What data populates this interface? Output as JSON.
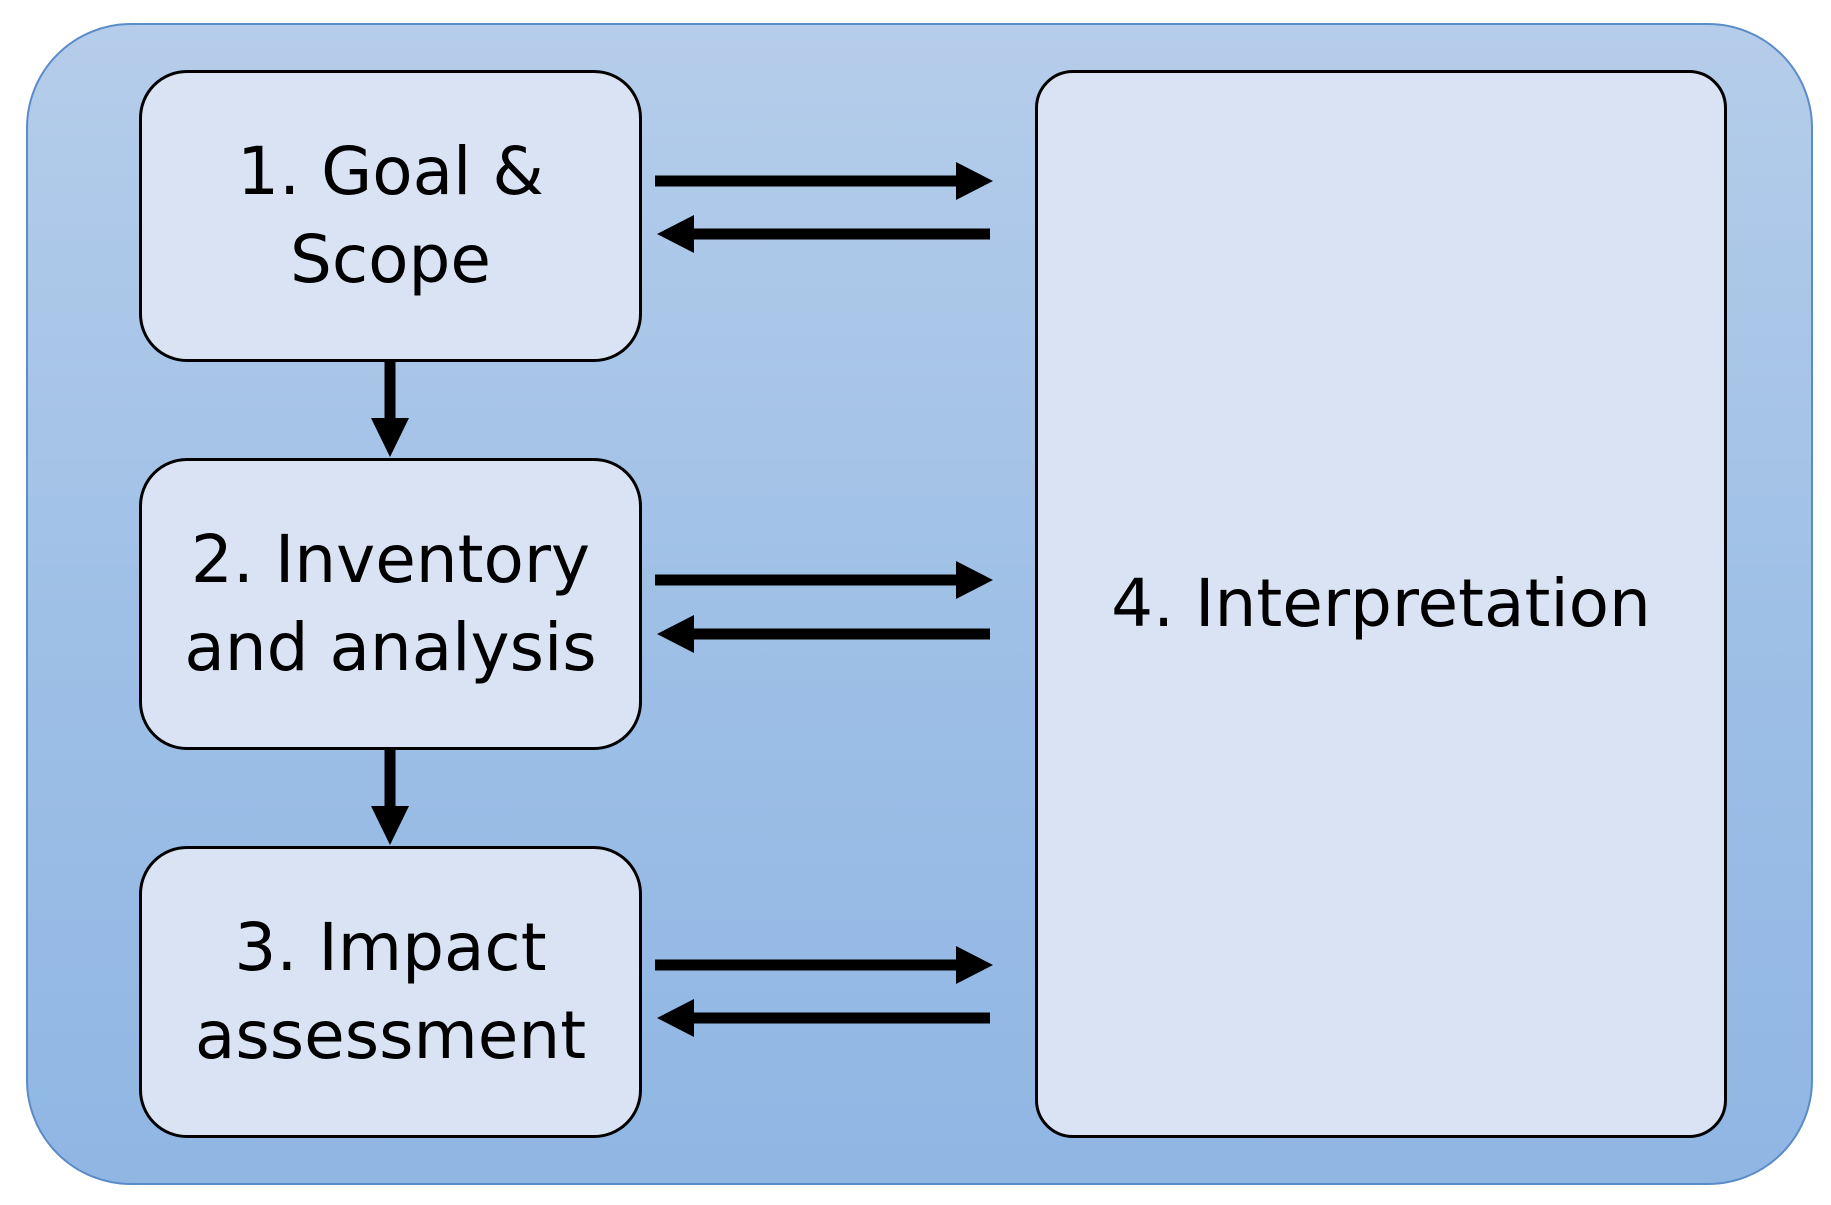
{
  "diagram": {
    "colors": {
      "frame_fill": "#a5c3e8",
      "frame_border": "#5b8cc8",
      "box_fill": "#dae3f3",
      "stroke": "#000000"
    },
    "boxes": [
      {
        "id": "goal-scope",
        "label": "1. Goal &\nScope"
      },
      {
        "id": "inventory-analysis",
        "label": "2. Inventory\nand analysis"
      },
      {
        "id": "impact-assessment",
        "label": "3. Impact\nassessment"
      },
      {
        "id": "interpretation",
        "label": "4. Interpretation"
      }
    ],
    "connections": [
      {
        "from": "goal-scope",
        "to": "inventory-analysis",
        "direction": "down"
      },
      {
        "from": "inventory-analysis",
        "to": "impact-assessment",
        "direction": "down"
      },
      {
        "from": "goal-scope",
        "to": "interpretation",
        "direction": "right"
      },
      {
        "from": "interpretation",
        "to": "goal-scope",
        "direction": "left"
      },
      {
        "from": "inventory-analysis",
        "to": "interpretation",
        "direction": "right"
      },
      {
        "from": "interpretation",
        "to": "inventory-analysis",
        "direction": "left"
      },
      {
        "from": "impact-assessment",
        "to": "interpretation",
        "direction": "right"
      },
      {
        "from": "interpretation",
        "to": "impact-assessment",
        "direction": "left"
      }
    ]
  }
}
